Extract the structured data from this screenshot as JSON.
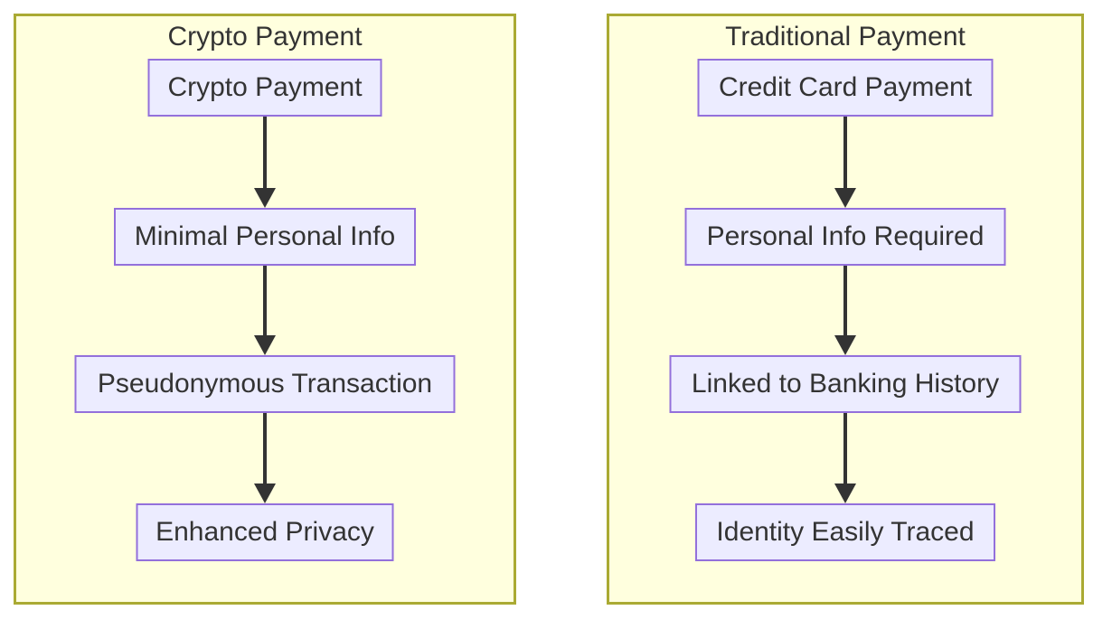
{
  "diagram": {
    "type": "flowchart",
    "direction": "top-down",
    "background": "#ffffff",
    "colors": {
      "cluster_fill": "#ffffde",
      "cluster_border": "#aaaa33",
      "node_fill": "#ececff",
      "node_border": "#9370db",
      "edge_color": "#333333",
      "text_color": "#333333"
    },
    "clusters": [
      {
        "title": "Crypto Payment",
        "nodes": [
          {
            "label": "Crypto Payment"
          },
          {
            "label": "Minimal Personal Info"
          },
          {
            "label": "Pseudonymous Transaction"
          },
          {
            "label": "Enhanced Privacy"
          }
        ],
        "edges": [
          {
            "from": "Crypto Payment",
            "to": "Minimal Personal Info"
          },
          {
            "from": "Minimal Personal Info",
            "to": "Pseudonymous Transaction"
          },
          {
            "from": "Pseudonymous Transaction",
            "to": "Enhanced Privacy"
          }
        ]
      },
      {
        "title": "Traditional Payment",
        "nodes": [
          {
            "label": "Credit Card Payment"
          },
          {
            "label": "Personal Info Required"
          },
          {
            "label": "Linked to Banking History"
          },
          {
            "label": "Identity Easily Traced"
          }
        ],
        "edges": [
          {
            "from": "Credit Card Payment",
            "to": "Personal Info Required"
          },
          {
            "from": "Personal Info Required",
            "to": "Linked to Banking History"
          },
          {
            "from": "Linked to Banking History",
            "to": "Identity Easily Traced"
          }
        ]
      }
    ]
  }
}
